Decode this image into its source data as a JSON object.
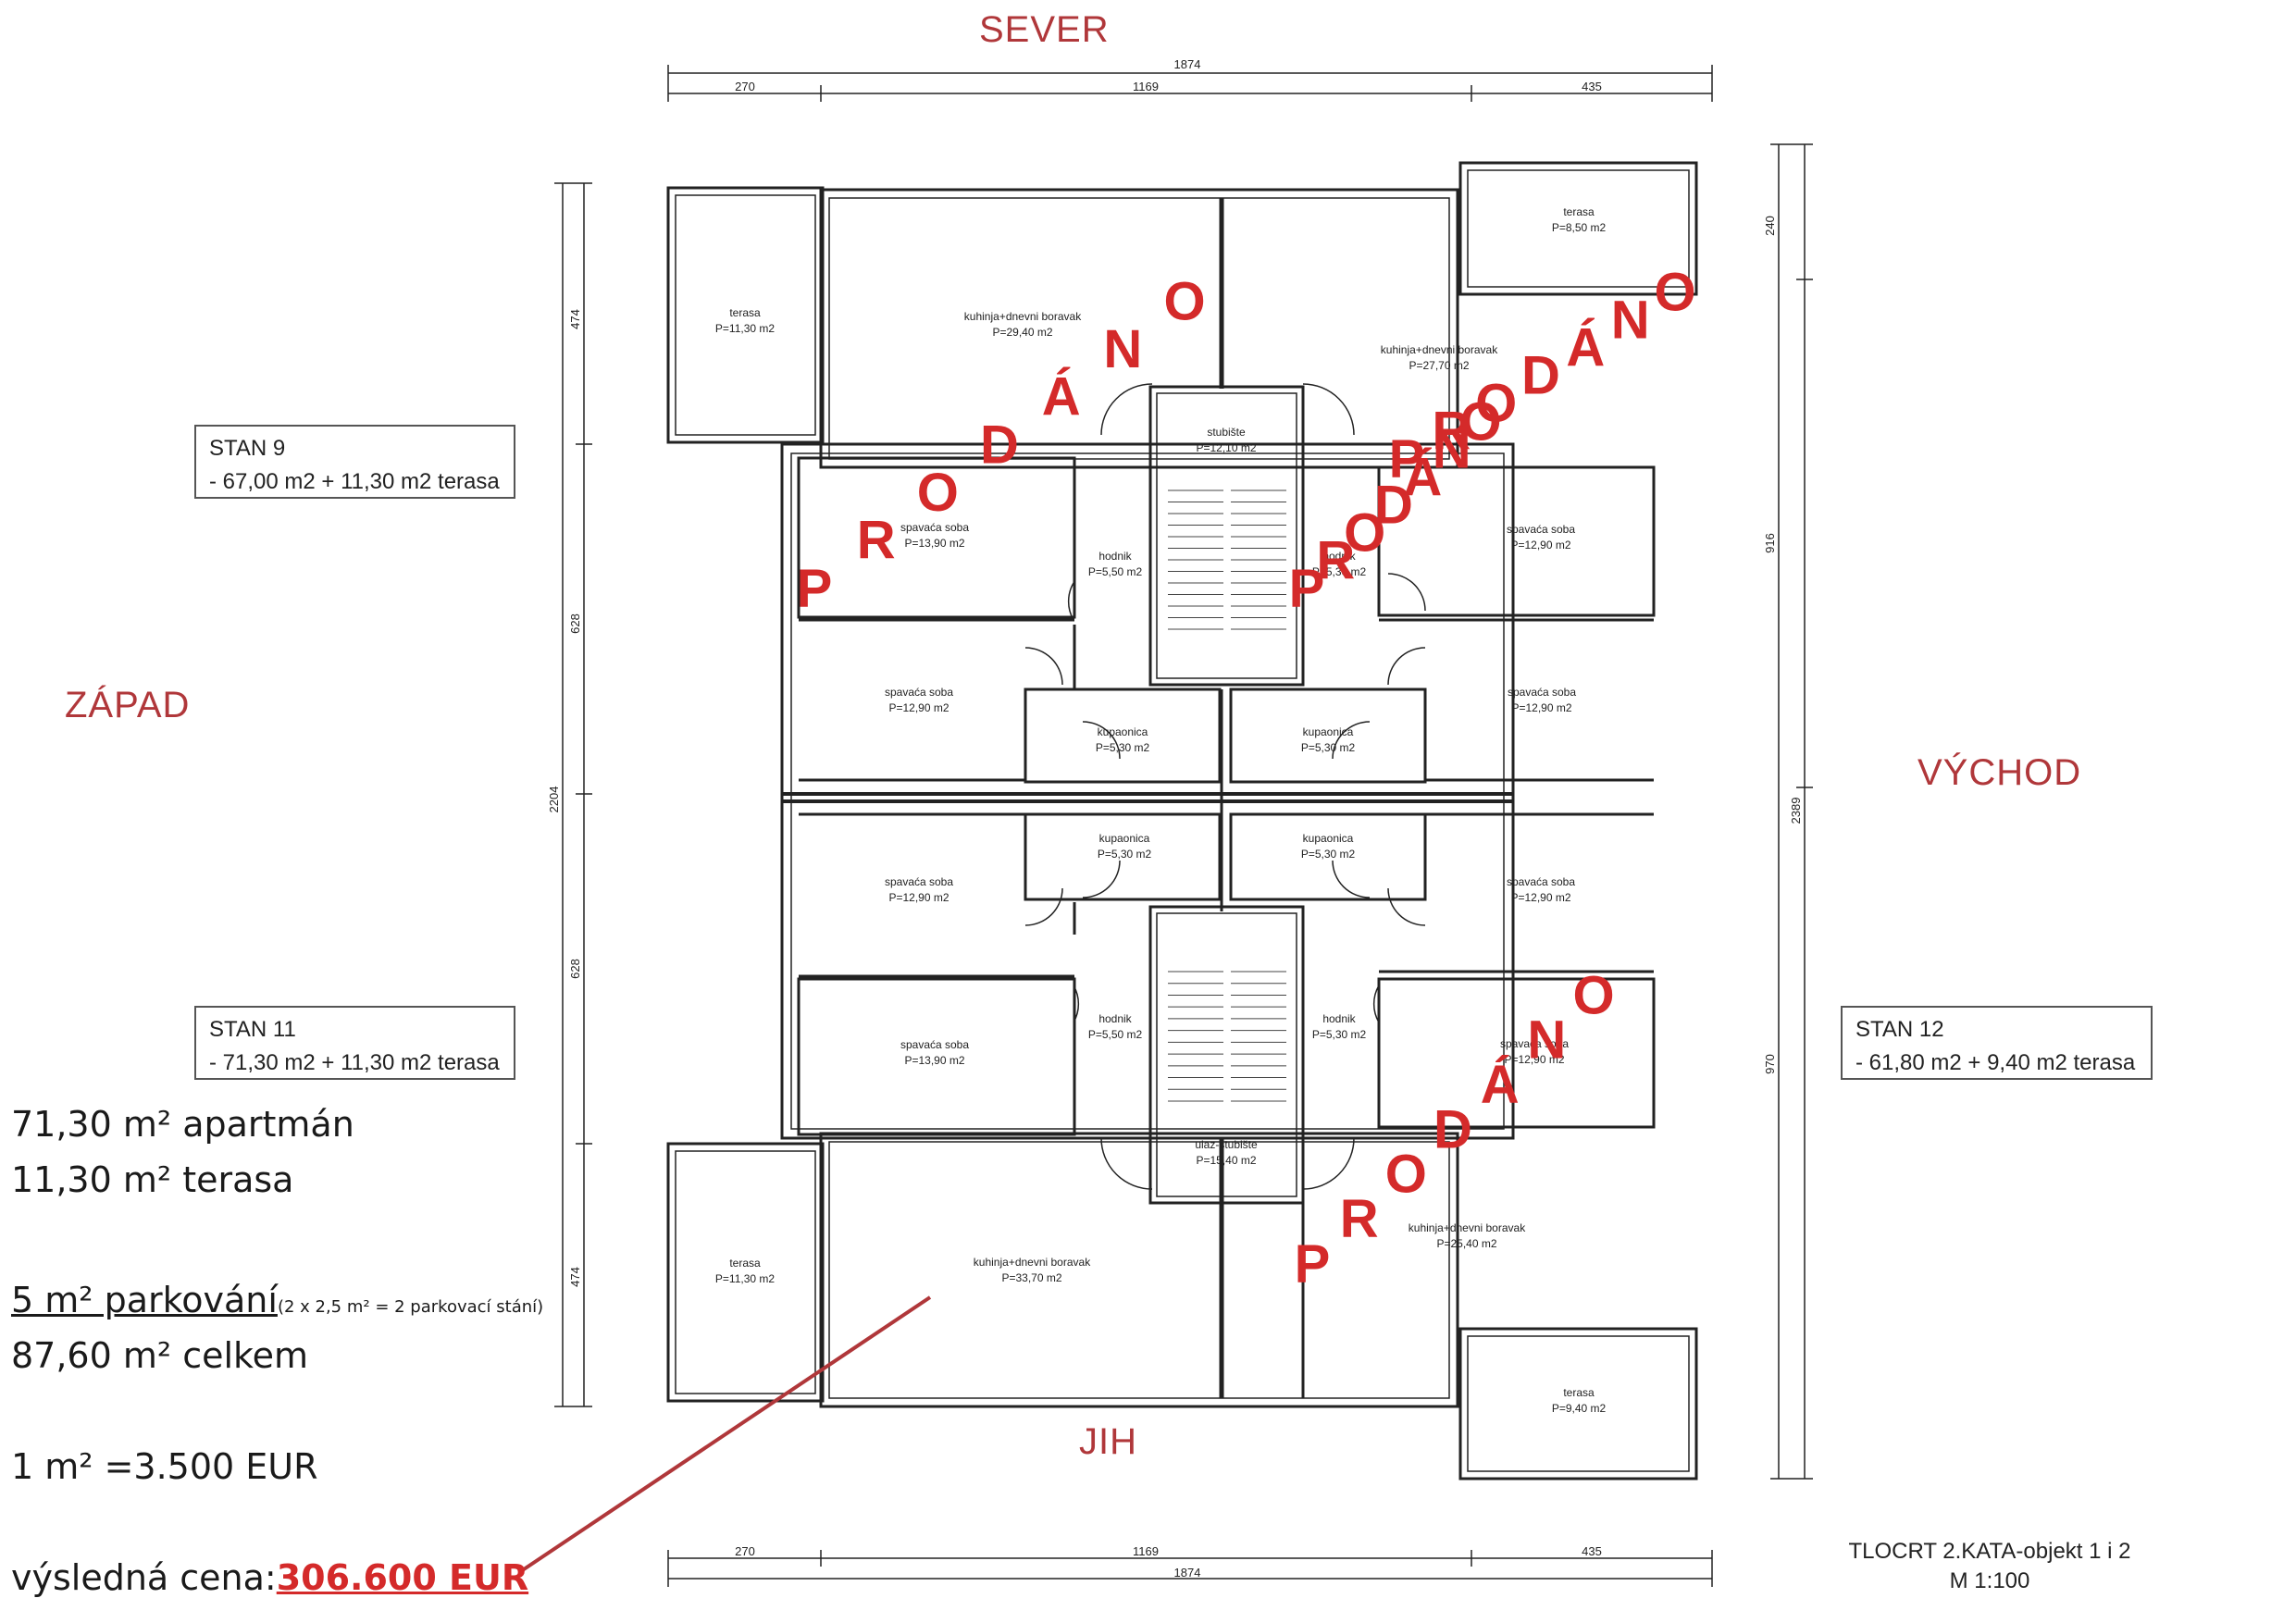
{
  "directions": {
    "north": "SEVER",
    "west": "ZÁPAD",
    "east": "VÝCHOD",
    "south": "JIH"
  },
  "dimensions": {
    "top_total": "1874",
    "top_left": "270",
    "top_mid": "1169",
    "top_right": "435",
    "bottom_total": "1874",
    "bottom_left": "270",
    "bottom_mid": "1169",
    "bottom_right": "435",
    "left_total": "2204",
    "left_1": "474",
    "left_2": "628",
    "left_3": "628",
    "left_4": "474",
    "right_total": "2389",
    "right_1": "240",
    "right_2": "916",
    "right_3": "970"
  },
  "rooms": {
    "terasa_nw": {
      "name": "terasa",
      "area": "P=11,30 m2"
    },
    "kuhinja_nw": {
      "name": "kuhinja+dnevni boravak",
      "area": "P=29,40 m2"
    },
    "stubiste_n": {
      "name": "stubište",
      "area": "P=12,10 m2"
    },
    "terasa_ne": {
      "name": "terasa",
      "area": "P=8,50 m2"
    },
    "kuhinja_ne": {
      "name": "kuhinja+dnevni boravak",
      "area": "P=27,70 m2"
    },
    "spavaca_nw1": {
      "name": "spavaća soba",
      "area": "P=13,90 m2"
    },
    "hodnik_nw": {
      "name": "hodnik",
      "area": "P=5,50 m2"
    },
    "hodnik_ne": {
      "name": "hodnik",
      "area": "P=5,30 m2"
    },
    "spavaca_ne1": {
      "name": "spavaća soba",
      "area": "P=12,90 m2"
    },
    "spavaca_nw2": {
      "name": "spavaća soba",
      "area": "P=12,90 m2"
    },
    "kupaonica_nw": {
      "name": "kupaonica",
      "area": "P=5,30 m2"
    },
    "kupaonica_ne": {
      "name": "kupaonica",
      "area": "P=5,30 m2"
    },
    "spavaca_ne2": {
      "name": "spavaća soba",
      "area": "P=12,90 m2"
    },
    "kupaonica_sw": {
      "name": "kupaonica",
      "area": "P=5,30 m2"
    },
    "kupaonica_se": {
      "name": "kupaonica",
      "area": "P=5,30 m2"
    },
    "spavaca_sw1": {
      "name": "spavaća soba",
      "area": "P=12,90 m2"
    },
    "spavaca_se1": {
      "name": "spavaća soba",
      "area": "P=12,90 m2"
    },
    "spavaca_sw2": {
      "name": "spavaća soba",
      "area": "P=13,90 m2"
    },
    "hodnik_sw": {
      "name": "hodnik",
      "area": "P=5,50 m2"
    },
    "hodnik_se": {
      "name": "hodnik",
      "area": "P=5,30 m2"
    },
    "spavaca_se2": {
      "name": "spavaća soba",
      "area": "P=12,90 m2"
    },
    "stubiste_s": {
      "name": "ulaz-stubište",
      "area": "P=15,40 m2"
    },
    "kuhinja_se": {
      "name": "kuhinja+dnevni boravak",
      "area": "P=25,40 m2"
    },
    "terasa_sw": {
      "name": "terasa",
      "area": "P=11,30 m2"
    },
    "kuhinja_sw": {
      "name": "kuhinja+dnevni boravak",
      "area": "P=33,70 m2"
    },
    "terasa_se": {
      "name": "terasa",
      "area": "P=9,40 m2"
    }
  },
  "stamps": {
    "sold_letters": [
      "P",
      "R",
      "O",
      "D",
      "Á",
      "N",
      "O"
    ],
    "color": "#d42a2a"
  },
  "units": {
    "stan9": {
      "name": "STAN 9",
      "area": "- 67,00 m2 + 11,30 m2 terasa"
    },
    "stan11": {
      "name": "STAN 11",
      "area": "- 71,30 m2 + 11,30 m2 terasa"
    },
    "stan12": {
      "name": "STAN 12",
      "area": "- 61,80 m2 + 9,40 m2 terasa"
    }
  },
  "calculation": {
    "apartment": "71,30 m² apartmán",
    "terrace": "11,30 m² terasa",
    "parking_main": " 5  m² parkování",
    "parking_note": "(2 x 2,5 m² = 2 parkovací stání)",
    "total": "87,60   m² celkem",
    "unit_price": "1 m² =3.500 EUR",
    "result_label": "výsledná cena:",
    "result_value": "306.600 EUR"
  },
  "title_block": {
    "line1": "TLOCRT 2.KATA-objekt 1 i 2",
    "line2": "M 1:100"
  },
  "colors": {
    "accent_red": "#b0373a",
    "stamp_red": "#d42a2a",
    "line": "#222222"
  }
}
